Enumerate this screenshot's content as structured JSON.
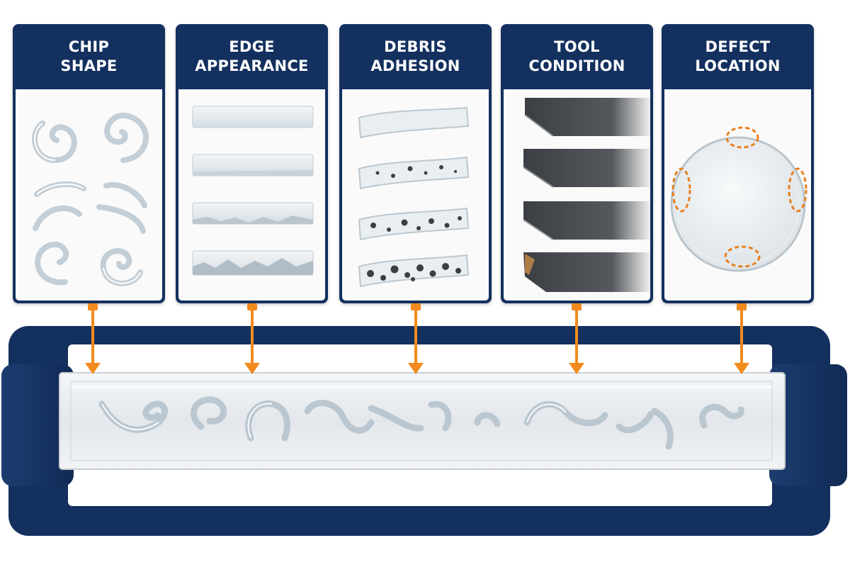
{
  "panels": [
    {
      "id": "chip-shape",
      "title_line1": "CHIP",
      "title_line2": "SHAPE"
    },
    {
      "id": "edge-appearance",
      "title_line1": "EDGE",
      "title_line2": "APPEARANCE"
    },
    {
      "id": "debris-adhesion",
      "title_line1": "DEBRIS",
      "title_line2": "ADHESION"
    },
    {
      "id": "tool-condition",
      "title_line1": "TOOL",
      "title_line2": "CONDITION"
    },
    {
      "id": "defect-location",
      "title_line1": "DEFECT",
      "title_line2": "LOCATION"
    }
  ],
  "colors": {
    "navy": "#13305f",
    "arrow_orange": "#f28a1e",
    "defect_marker": "#e8801e"
  },
  "icons": [
    "spiral-chip-icon",
    "edge-strip-icon",
    "debris-strip-icon",
    "tool-edge-icon",
    "defect-disc-icon"
  ]
}
